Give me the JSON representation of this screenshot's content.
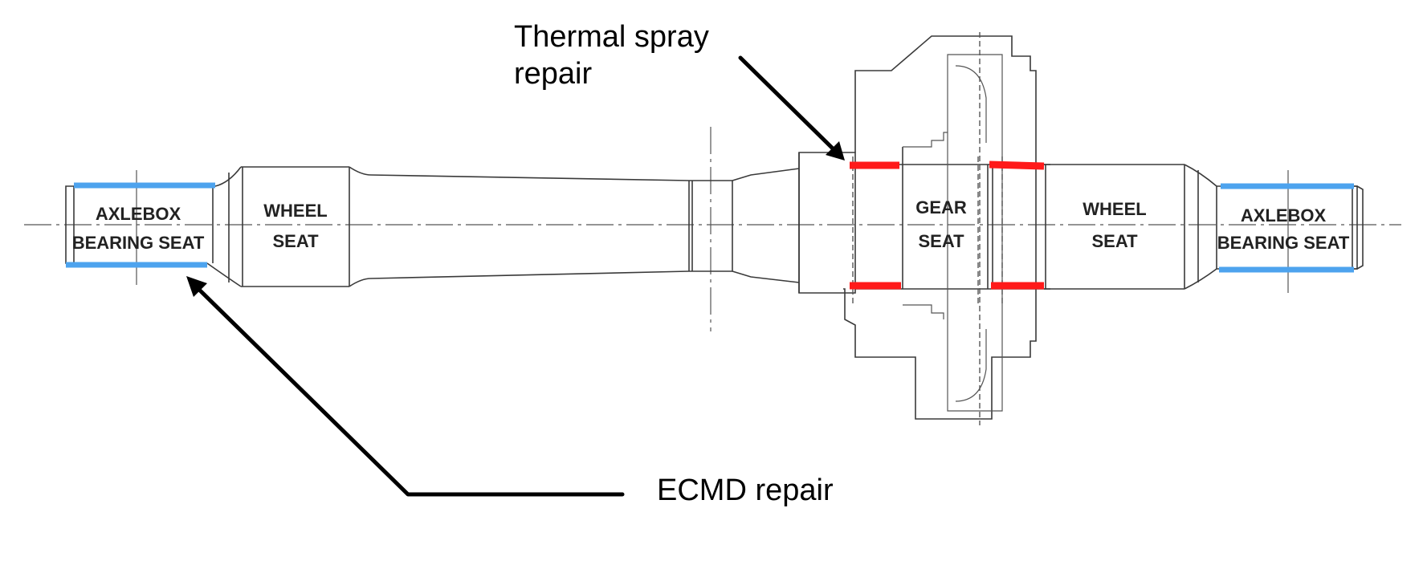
{
  "callouts": {
    "thermal_line1": "Thermal spray",
    "thermal_line2": "repair",
    "ecmd": "ECMD repair"
  },
  "seats": {
    "left_axlebox_line1": "AXLEBOX",
    "left_axlebox_line2": "BEARING SEAT",
    "left_wheel_line1": "WHEEL",
    "left_wheel_line2": "SEAT",
    "gear_line1": "GEAR",
    "gear_line2": "SEAT",
    "right_wheel_line1": "WHEEL",
    "right_wheel_line2": "SEAT",
    "right_axlebox_line1": "AXLEBOX",
    "right_axlebox_line2": "BEARING SEAT"
  },
  "colors": {
    "ecmd_repair": "#4da3ee",
    "thermal_spray_repair": "#ff1a1a"
  }
}
